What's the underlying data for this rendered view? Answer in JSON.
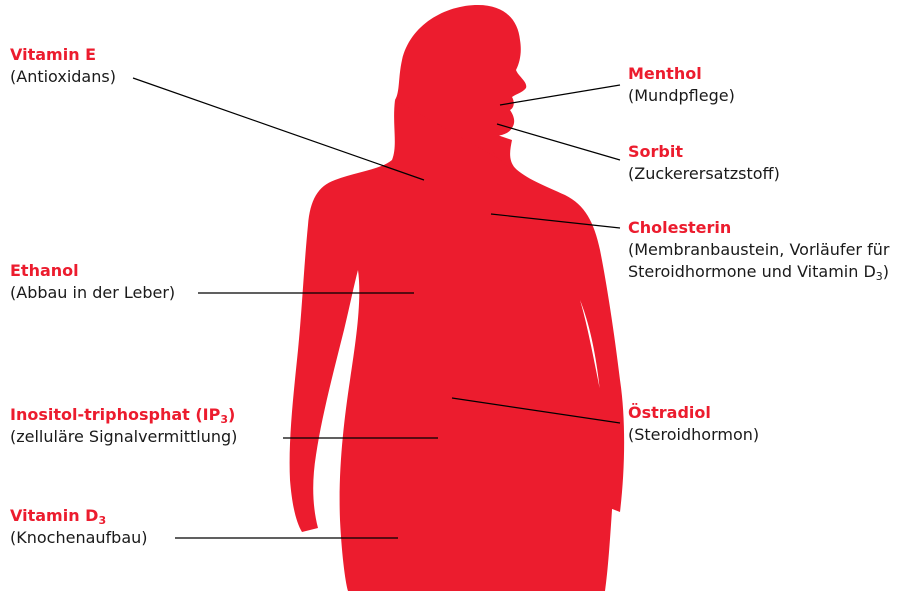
{
  "colors": {
    "accent": "#ec1c2e",
    "figure": "#ec1c2e",
    "line": "#000000"
  },
  "labels": [
    {
      "id": "vitamin-e",
      "title": "Vitamin E",
      "title_sub": "",
      "title_tail": "",
      "desc": "(Antioxidans)",
      "desc2": "",
      "desc2_sub": "",
      "desc2_tail": ""
    },
    {
      "id": "ethanol",
      "title": "Ethanol",
      "title_sub": "",
      "title_tail": "",
      "desc": "(Abbau in der Leber)",
      "desc2": "",
      "desc2_sub": "",
      "desc2_tail": ""
    },
    {
      "id": "inositol",
      "title": "Inositol-triphosphat (IP",
      "title_sub": "3",
      "title_tail": ")",
      "desc": "(zelluläre Signalvermittlung)",
      "desc2": "",
      "desc2_sub": "",
      "desc2_tail": ""
    },
    {
      "id": "vitamin-d3",
      "title": "Vitamin D",
      "title_sub": "3",
      "title_tail": "",
      "desc": "(Knochenaufbau)",
      "desc2": "",
      "desc2_sub": "",
      "desc2_tail": ""
    },
    {
      "id": "menthol",
      "title": "Menthol",
      "title_sub": "",
      "title_tail": "",
      "desc": "(Mundpflege)",
      "desc2": "",
      "desc2_sub": "",
      "desc2_tail": ""
    },
    {
      "id": "sorbit",
      "title": "Sorbit",
      "title_sub": "",
      "title_tail": "",
      "desc": "(Zuckerersatzstoff)",
      "desc2": "",
      "desc2_sub": "",
      "desc2_tail": ""
    },
    {
      "id": "cholesterin",
      "title": "Cholesterin",
      "title_sub": "",
      "title_tail": "",
      "desc": "(Membranbaustein, Vorläufer für",
      "desc2": "Steroidhormone und Vitamin D",
      "desc2_sub": "3",
      "desc2_tail": ")"
    },
    {
      "id": "oestradiol",
      "title": "Östradiol",
      "title_sub": "",
      "title_tail": "",
      "desc": "(Steroidhormon)",
      "desc2": "",
      "desc2_sub": "",
      "desc2_tail": ""
    }
  ]
}
